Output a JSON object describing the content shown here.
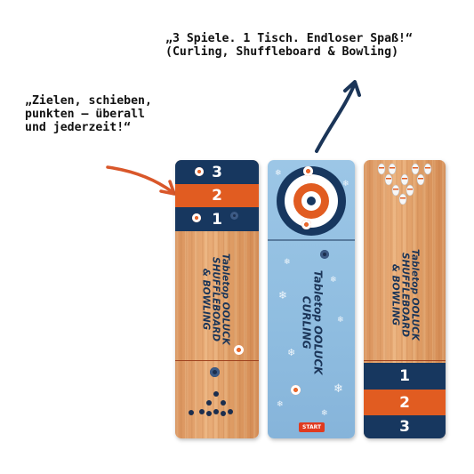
{
  "captions": {
    "right": "„3 Spiele. 1 Tisch. Endloser Spaß!“\n(Curling, Shuffleboard & Bowling)",
    "left": "„Zielen, schieben,\npunkten – überall\nund jederzeit!“"
  },
  "colors": {
    "arrow_navy": "#1b3558",
    "arrow_orange": "#d9572a",
    "navy": "#17375f",
    "orange": "#e15c21"
  },
  "left_board": {
    "bands": [
      "3",
      "2",
      "1"
    ],
    "title": "Tabletop OOLUCK\nSHUFFLEBOARD\n& BOWLING"
  },
  "middle_board": {
    "title": "Tabletop OOLUCK\nCURLING",
    "start_label": "START"
  },
  "right_board": {
    "title": "Tabletop OOLUCK\nSHUFFLEBOARD\n& BOWLING",
    "bands": [
      "1",
      "2",
      "3"
    ]
  }
}
